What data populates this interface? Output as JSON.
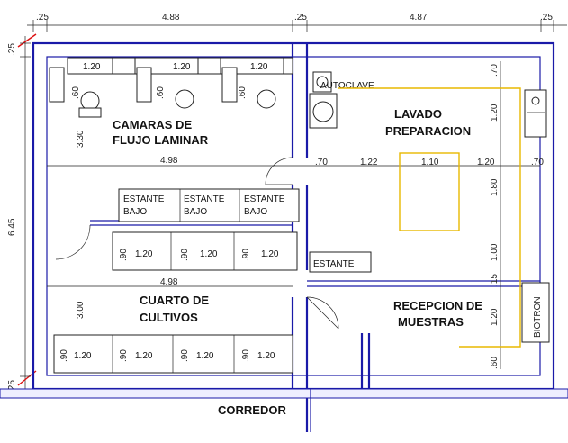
{
  "rooms": {
    "camaras": [
      "CAMARAS DE",
      "FLUJO LAMINAR"
    ],
    "lavado": [
      "LAVADO",
      "PREPARACION"
    ],
    "cultivos": [
      "CUARTO DE",
      "CULTIVOS"
    ],
    "recepcion": [
      "RECEPCION DE",
      "MUESTRAS"
    ],
    "corredor": "CORREDOR"
  },
  "furniture": {
    "autoclave": "AUTOCLAVE",
    "estante": "ESTANTE",
    "estante_bajo": [
      "ESTANTE",
      "BAJO"
    ],
    "biotron": "BIOTRON"
  },
  "dimensions": {
    "top": [
      ".25",
      "4.88",
      ".25",
      "4.87",
      ".25"
    ],
    "left": [
      ".25",
      "6.45",
      ".25",
      "3.30",
      "3.00"
    ],
    "mid_total_a": "4.98",
    "mid_total_b": "4.98",
    "right_row": [
      ".70",
      "1.22",
      "1.10",
      "1.20",
      ".70"
    ],
    "right_col": [
      ".70",
      "1.20",
      "1.80",
      "1.00",
      ".15",
      "1.20",
      ".60"
    ],
    "table_w": "1.20",
    "table_d": ".60",
    "table_d2": ".90"
  }
}
